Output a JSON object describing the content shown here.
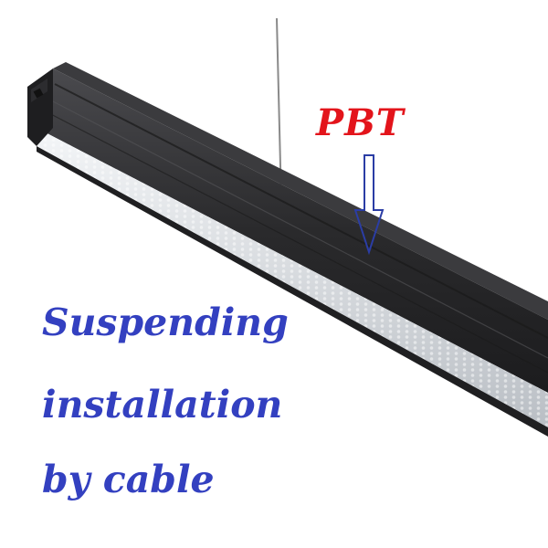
{
  "annotation": {
    "text": "PBT",
    "color": "#e3141b",
    "arrow_color": "#2b3da5"
  },
  "caption": {
    "lines": [
      "Suspending",
      "installation",
      "by cable"
    ],
    "color": "#3340c0"
  },
  "colors": {
    "housing": "#2a2a2c",
    "housing_top": "#3b3b3e",
    "diffuser": "#dcdfe3",
    "cable": "#8a8a8a",
    "background": "#ffffff"
  }
}
